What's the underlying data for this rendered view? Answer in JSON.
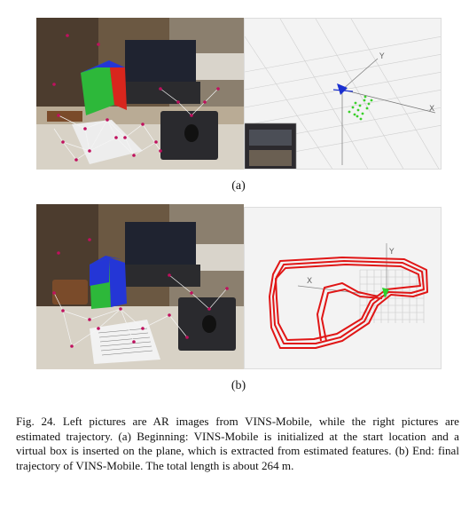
{
  "figure": {
    "panel_a": {
      "label": "(a)"
    },
    "panel_b": {
      "label": "(b)"
    },
    "caption": {
      "number": "Fig. 24.",
      "text": "Left pictures are AR images from VINS-Mobile, while the right pictures are estimated trajectory. (a) Beginning: VINS-Mobile is initialized at the start location and a virtual box is inserted on the plane, which is extracted from estimated features. (b) End: final trajectory of VINS-Mobile. The total length is about 264 m."
    },
    "axes": {
      "x": "X",
      "y": "Y"
    },
    "colors": {
      "box_red": "#d8261d",
      "box_green": "#2db83a",
      "box_blue": "#2436d6",
      "trajectory": "#e01616",
      "features": "#3ad02a",
      "camera": "#1a2fd0",
      "feature_point": "#c0105e"
    }
  }
}
